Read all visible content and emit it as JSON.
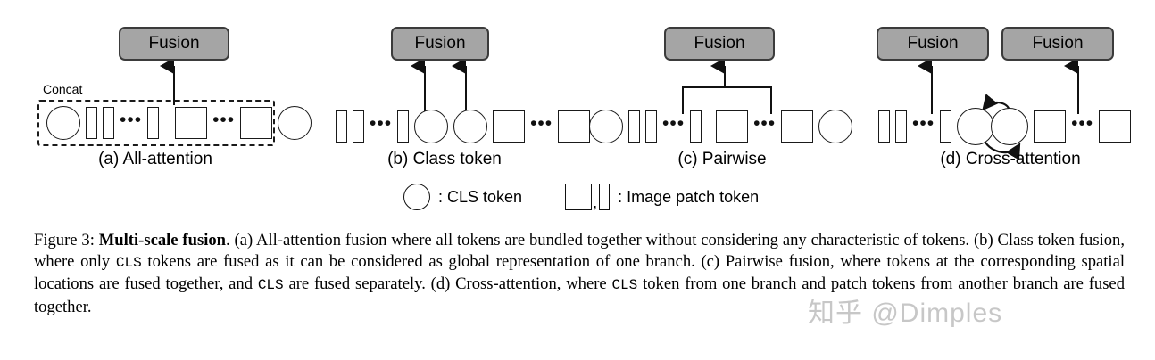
{
  "figure": {
    "panels": [
      {
        "id": "all-attention",
        "caption": "(a) All-attention",
        "fusion_label": "Fusion",
        "group_label": "Concat",
        "tokens": [
          "circle",
          "rect",
          "rect",
          "dots",
          "rect",
          "square",
          "dots",
          "square",
          "circle"
        ]
      },
      {
        "id": "class-token",
        "caption": "(b) Class token",
        "fusion_label": "Fusion",
        "tokens": [
          "rect",
          "rect",
          "dots",
          "rect",
          "circle",
          "circle",
          "square",
          "dots",
          "square"
        ]
      },
      {
        "id": "pairwise",
        "caption": "(c) Pairwise",
        "fusion_label": "Fusion",
        "tokens": [
          "circle",
          "rect",
          "rect",
          "dots",
          "rect",
          "square",
          "dots",
          "square",
          "circle"
        ]
      },
      {
        "id": "cross-attention",
        "caption": "(d) Cross-attention",
        "fusion_label_left": "Fusion",
        "fusion_label_right": "Fusion",
        "tokens": [
          "rect",
          "rect",
          "dots",
          "rect",
          "circle",
          "circle",
          "square",
          "dots",
          "square"
        ]
      }
    ],
    "dots_glyph": "•••",
    "legend": {
      "cls_text": ": CLS token",
      "patch_text": ": Image patch token",
      "comma": ","
    }
  },
  "caption": {
    "prefix": "Figure 3: ",
    "bold_title": "Multi-scale fusion",
    "seg1": ". (a) All-attention fusion where all tokens are bundled together without considering any characteristic of tokens. (b) Class token fusion, where only ",
    "mono1": "CLS",
    "seg2": " tokens are fused as it can be considered as global representation of one branch. (c) Pairwise fusion, where tokens at the corresponding spatial locations are fused together, and ",
    "mono2": "CLS",
    "seg3": " are fused separately. (d) Cross-attention, where ",
    "mono3": "CLS",
    "seg4": " token from one branch and patch tokens from another branch are fused together."
  },
  "watermark": {
    "text": "知乎 @Dimples"
  },
  "colors": {
    "fusion_fill": "#a5a5a5",
    "fusion_stroke": "#3b3b3b",
    "token_stroke": "#1a1a1a",
    "background": "#ffffff"
  }
}
